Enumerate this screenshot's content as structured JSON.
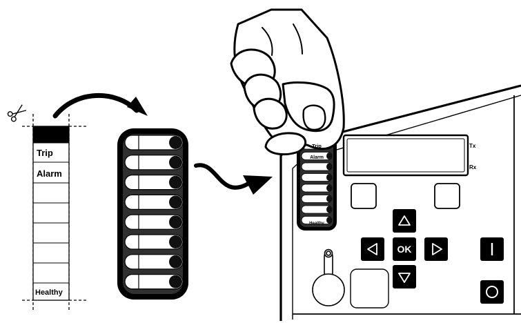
{
  "label_strip": {
    "labels": [
      "",
      "Trip",
      "Alarm",
      "",
      "",
      "",
      "",
      "",
      "Healthy"
    ]
  },
  "device": {
    "panel_labels": [
      "Trip",
      "Alarm",
      "",
      "",
      "",
      "",
      "",
      "Healthy"
    ],
    "display": {
      "tx_label": "Tx",
      "rx_label": "Rx"
    },
    "keypad": {
      "ok_label": "OK"
    }
  },
  "icons": {
    "scissors": "scissors-icon",
    "hand": "hand-icon",
    "up": "arrow-up-icon",
    "down": "arrow-down-icon",
    "left": "arrow-left-icon",
    "right": "arrow-right-icon",
    "close": "close-breaker-icon",
    "open": "open-breaker-icon"
  }
}
